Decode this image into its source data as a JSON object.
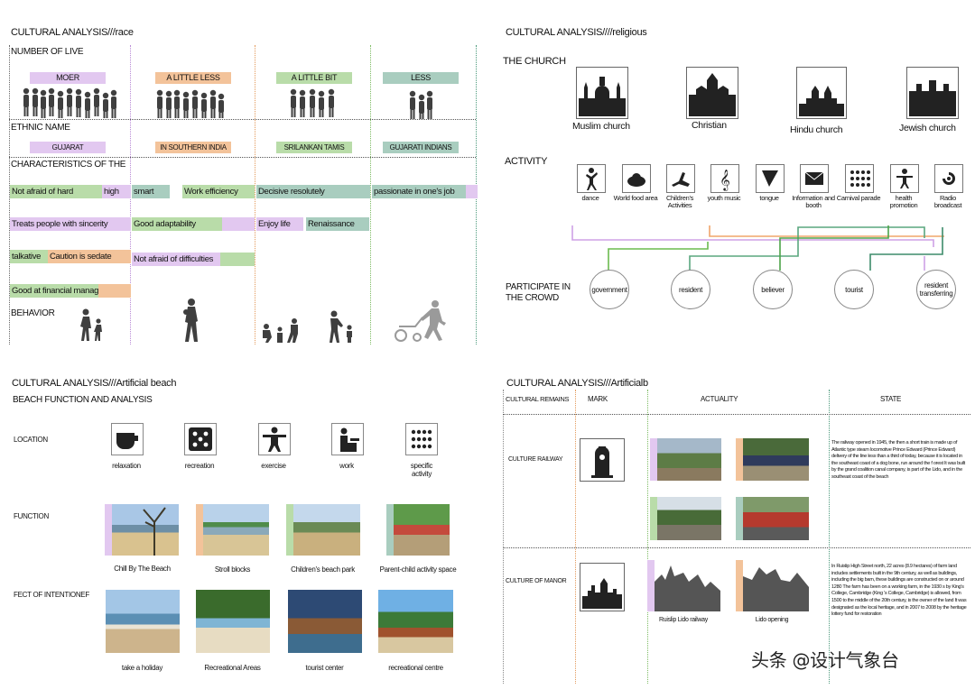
{
  "race": {
    "title": "CULTURAL ANALYSIS///race",
    "number_of_live": "NUMBER OF LIVE",
    "columns": [
      "MOER",
      "A LITTLE LESS",
      "A LITTLE  BIT",
      "LESS"
    ],
    "ethnic_name": "ETHNIC NAME",
    "ethnics": [
      "GUJARAT",
      "IN SOUTHERN INDIA",
      "SRILANKAN TAMIS",
      "GUJARATI INDIANS"
    ],
    "characteristics": "CHARACTERISTICS OF THE",
    "traits": {
      "c1r1a": "Not afraid of hard",
      "c1r1b": "high",
      "c1r2": "Treats people with sincerity",
      "c1r3a": "talkative",
      "c1r3b": "Caution is sedate",
      "c1r4": "Good at financial management",
      "c2r1a": "smart",
      "c2r1b": "Work efficiency",
      "c2r2": "Good adaptability",
      "c2r3": "Not afraid of difficulties",
      "c3r1": "Decisive resolutely",
      "c3r2a": "Enjoy life",
      "c3r2b": "Renaissance",
      "c4r1": "passionate in one's job"
    },
    "behavior": "BEHAVIOR"
  },
  "religious": {
    "title": "CULTURAL ANALYSIS////religious",
    "church_label": "THE CHURCH",
    "churches": [
      "Muslim church",
      "Christian",
      "Hindu church",
      "Jewish church"
    ],
    "activity_label": "ACTIVITY",
    "activities": [
      "dance",
      "World food area",
      "Children's Activities",
      "youth music",
      "tongue",
      "Information and booth",
      "Carnival parade",
      "health promotion",
      "Radio broadcast"
    ],
    "participate_label": "PARTICIPATE IN THE CROWD",
    "crowd": [
      "government",
      "resident",
      "believer",
      "tourist",
      "resident transferring"
    ]
  },
  "beach": {
    "title": "CULTURAL ANALYSIS///Artificial beach",
    "subtitle": "BEACH FUNCTION AND ANALYSIS",
    "location_label": "LOCATION",
    "locations": [
      "relaxation",
      "recreation",
      "exercise",
      "work",
      "specific activity"
    ],
    "function_label": "FUNCTION",
    "functions": [
      "Chill By The Beach",
      "Stroll blocks",
      "Children's beach park",
      "Parent-child activity space"
    ],
    "effect_label": "FECT OF INTENTIONEF",
    "effects": [
      "take a holiday",
      "Recreational Areas",
      "tourist center",
      "recreational centre"
    ]
  },
  "artificial": {
    "title": "CULTURAL ANALYSIS///Artificialb",
    "headers": [
      "CULTURAL REMAINS",
      "MARK",
      "ACTUALITY",
      "STATE"
    ],
    "row1_label": "CULTURE RAILWAY",
    "row1_text": "The railway opened in 1945, the then a short train is made up of Atlantic type steam locomotive Prince Edward (Prince Edward) delivery of the line less than a third of today, because it is located in the southeast coast of a dog bone, run around the f orest It was built by the grand coalition canal company, is part of the Lido, and in the southeast coast of the beach",
    "row2_label": "CULTURE OF MANOR",
    "row2_captions": [
      "Ruislip Lido railway",
      "Lido opening"
    ],
    "row2_text": "In Ruislip High Street north, 22 acres (8.9 hectares) of farm land includes settlements built in the 9th century, as well as buildings, including the big barn, these buildings are constructed on or around 1280 The farm has been on a working farm, in the 1930 s by King's College, Cambridge (King 's College, Cambridge) is allowed, from 1500 to the middle of the 20th century, is the owner of the land It was designated as the local heritage, and in 2007 to 2008 by the heritage lottery fund for restoration",
    "watermark": "头条 @设计气象台"
  },
  "colors": {
    "purple": "#e2c8f0",
    "orange": "#f3c39a",
    "green": "#b9dca9",
    "teal": "#a9cdbf"
  }
}
